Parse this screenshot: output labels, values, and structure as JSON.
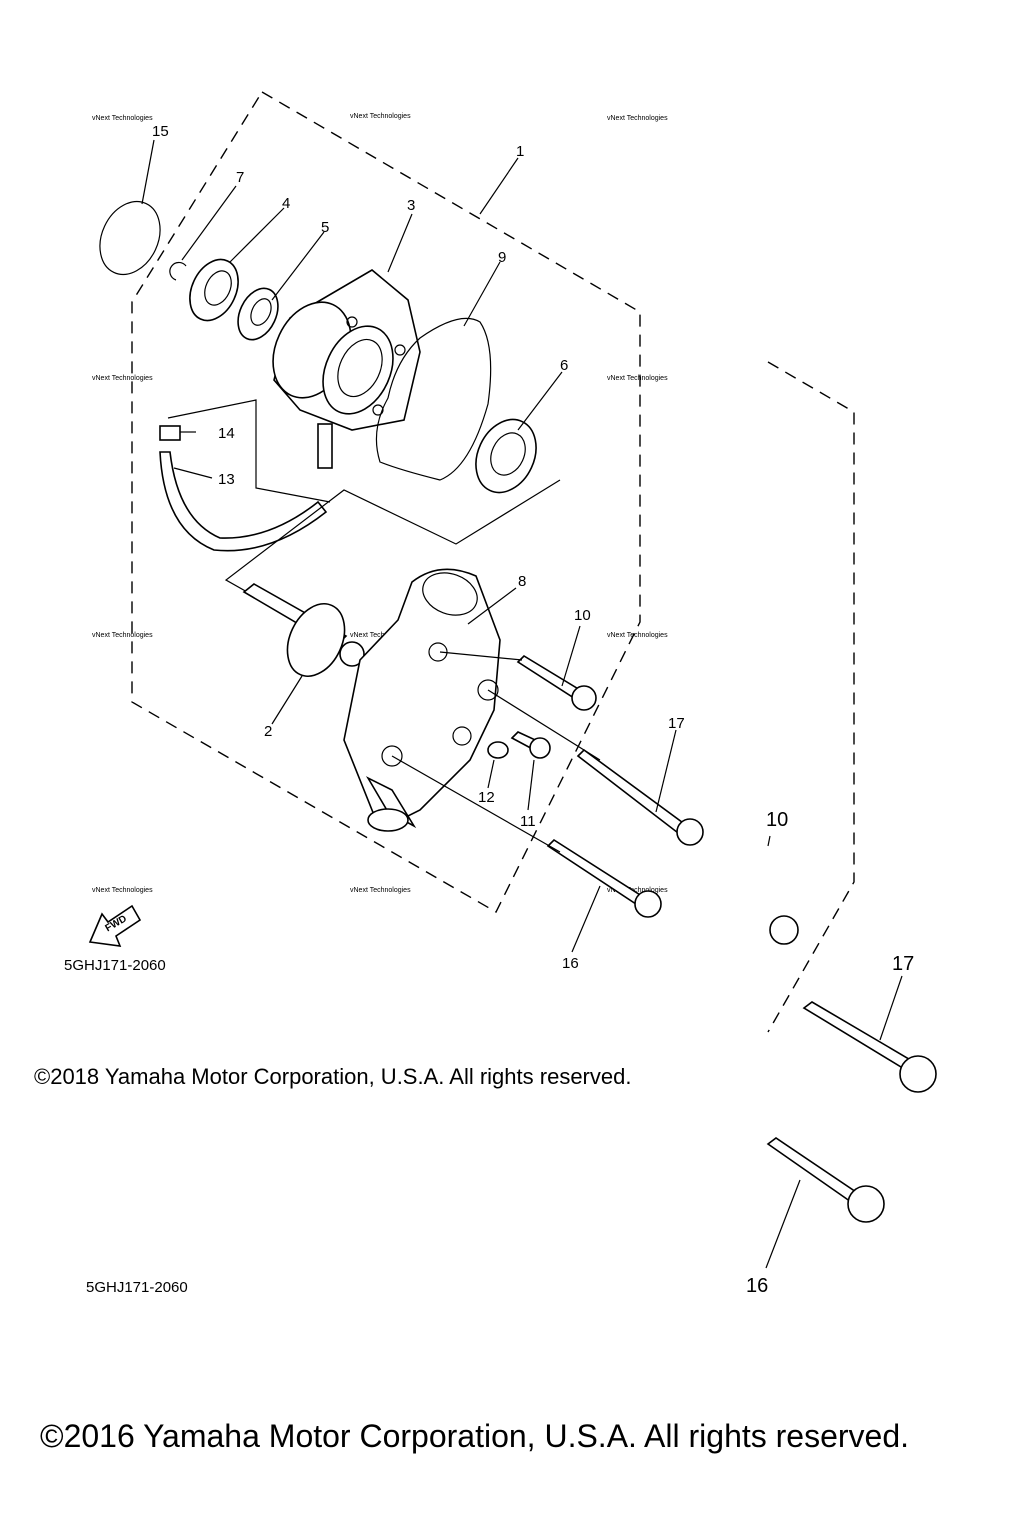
{
  "diagram": {
    "callouts": {
      "c1": "1",
      "c2": "2",
      "c3": "3",
      "c4": "4",
      "c5": "5",
      "c6": "6",
      "c7": "7",
      "c8": "8",
      "c9": "9",
      "c10": "10",
      "c11": "11",
      "c12": "12",
      "c13": "13",
      "c14": "14",
      "c15": "15",
      "c16": "16",
      "c17": "17",
      "c10b": "10",
      "c17b": "17",
      "c16b": "16"
    },
    "diagram_code_1": "5GHJ171-2060",
    "diagram_code_2": "5GHJ171-2060",
    "fwd_label": "FWD",
    "watermark": "vNext Technologies"
  },
  "copyright": {
    "small": "©2018 Yamaha Motor Corporation, U.S.A. All rights reserved.",
    "large": "©2016 Yamaha Motor Corporation, U.S.A. All rights reserved."
  }
}
